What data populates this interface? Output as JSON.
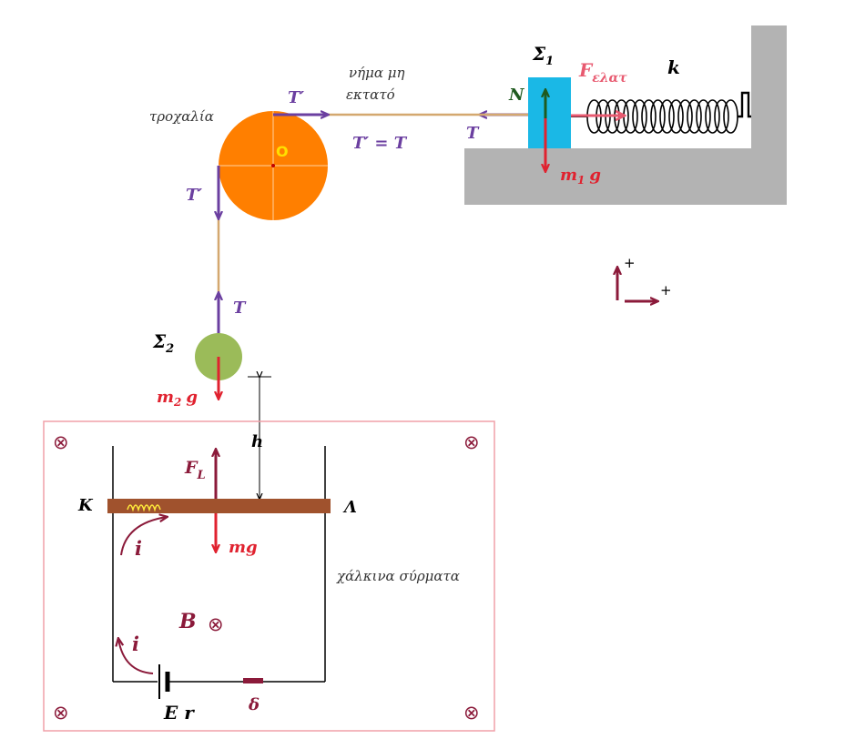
{
  "colors": {
    "purple": "#6b3fa0",
    "red": "#e0222f",
    "maroon": "#8b1a3a",
    "green_dark": "#1f5a1f",
    "pink": "#e85a70",
    "rope": "#d4a86f",
    "pulley": "#ff7f00",
    "block": "#1ab8e6",
    "wall": "#b3b3b3",
    "ball": "#9bbb59",
    "rod": "#a0522d",
    "frame": "#f0a0a8"
  },
  "pulley": {
    "name": "τροχαλία",
    "center_label": "O",
    "tension_top": "T′",
    "tension_left": "T′",
    "relation": "T′ = T"
  },
  "string": {
    "note_line1": "νήμα μη",
    "note_line2": "εκτατό"
  },
  "block1": {
    "label": "Σ",
    "label_sub": "1",
    "normal": "N",
    "weight": "m",
    "weight_sub": "1",
    "weight_g": "g",
    "tension": "T",
    "spring_force": "F",
    "spring_force_sub": "ελατ",
    "spring_constant": "k"
  },
  "body2": {
    "label": "Σ",
    "label_sub": "2",
    "tension": "T",
    "weight": "m",
    "weight_sub": "2",
    "weight_g": "g",
    "height": "h"
  },
  "circuit": {
    "left_end": "K",
    "right_end": "Λ",
    "force": "F",
    "force_sub": "L",
    "rod_weight": "mg",
    "current_top": "i",
    "current_bottom": "i",
    "field": "B",
    "wires_note": "χάλκινα σύρματα",
    "emf": "E r",
    "switch": "δ"
  },
  "axes": {
    "up": "+",
    "right": "+"
  },
  "field_symbol": "⊗"
}
